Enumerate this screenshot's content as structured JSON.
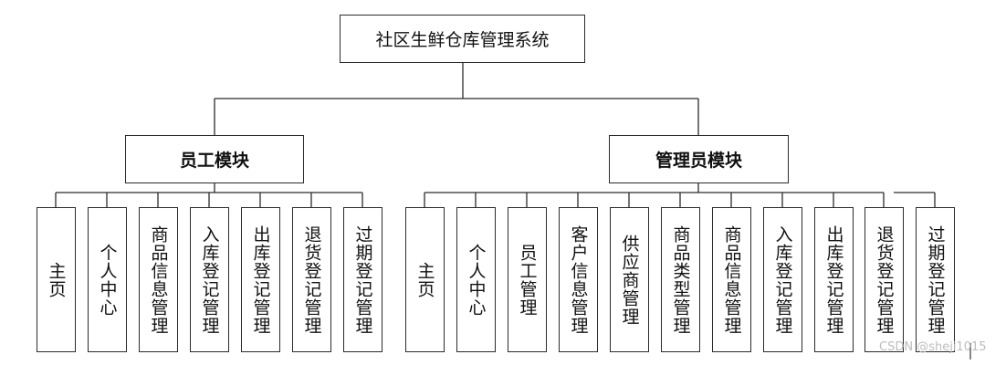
{
  "root": {
    "label": "社区生鲜仓库管理系统"
  },
  "modules": [
    {
      "label": "员工模块",
      "items": [
        "主页",
        "个人中心",
        "商品信息管理",
        "入库登记管理",
        "出库登记管理",
        "退货登记管理",
        "过期登记管理"
      ]
    },
    {
      "label": "管理员模块",
      "items": [
        "主页",
        "个人中心",
        "员工管理",
        "客户信息管理",
        "供应商管理",
        "商品类型管理",
        "商品信息管理",
        "入库登记管理",
        "出库登记管理",
        "退货登记管理",
        "过期登记管理"
      ]
    }
  ],
  "watermark": "CSDN @sheji1015"
}
